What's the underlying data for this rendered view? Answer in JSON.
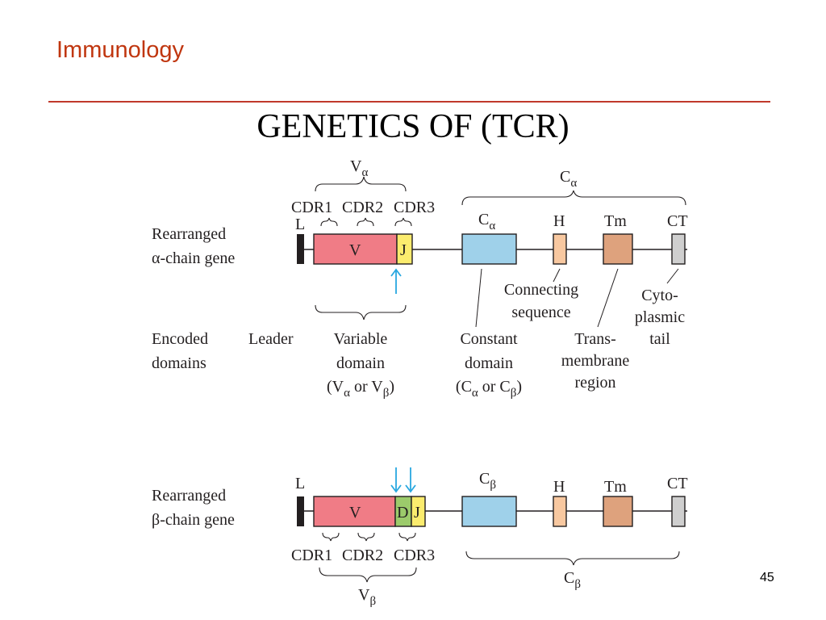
{
  "header": {
    "title": "Immunology"
  },
  "slide": {
    "heading": "GENETICS OF (TCR)",
    "page_number": "45"
  },
  "colors": {
    "header_accent": "#c0360f",
    "leader": "#231f20",
    "variable": "#f07c86",
    "j_segment": "#fbec6e",
    "d_segment": "#9ccb6b",
    "constant": "#9fd1ea",
    "hinge": "#f8c8a0",
    "transmembrane": "#dea27d",
    "cytoplasmic_tail": "#cfcfcf",
    "rss_arrow": "#29a8e0"
  },
  "alpha_gene": {
    "row_label_1": "Rearranged",
    "row_label_2": "-chain gene",
    "chain_symbol": "α",
    "v_region_label": "V",
    "v_region_sub": "α",
    "c_region_label": "C",
    "c_region_sub": "α",
    "cdr_labels": [
      "CDR1",
      "CDR2",
      "CDR3"
    ],
    "segments": {
      "leader": "L",
      "variable": "V",
      "joining": "J",
      "constant": "C",
      "constant_sub": "α",
      "hinge": "H",
      "transmembrane": "Tm",
      "cytoplasmic": "CT"
    }
  },
  "encoded_domains": {
    "label_1": "Encoded",
    "label_2": "domains",
    "leader": "Leader",
    "variable": [
      "Variable",
      "domain"
    ],
    "variable_formula": {
      "open": "(V",
      "sub1": "α",
      "mid": " or V",
      "sub2": "β",
      "close": ")"
    },
    "constant": [
      "Constant",
      "domain"
    ],
    "constant_formula": {
      "open": "(C",
      "sub1": "α",
      "mid": " or C",
      "sub2": "β",
      "close": ")"
    },
    "connecting": [
      "Connecting",
      "sequence"
    ],
    "transmembrane": [
      "Trans-",
      "membrane",
      "region"
    ],
    "cytoplasmic": [
      "Cyto-",
      "plasmic",
      "tail"
    ]
  },
  "beta_gene": {
    "row_label_1": "Rearranged",
    "row_label_2": "-chain gene",
    "chain_symbol": "β",
    "v_region_label": "V",
    "v_region_sub": "β",
    "c_region_label": "C",
    "c_region_sub": "β",
    "cdr_labels": [
      "CDR1",
      "CDR2",
      "CDR3"
    ],
    "segments": {
      "leader": "L",
      "variable": "V",
      "diversity": "D",
      "joining": "J",
      "constant": "C",
      "constant_sub": "β",
      "hinge": "H",
      "transmembrane": "Tm",
      "cytoplasmic": "CT"
    }
  }
}
